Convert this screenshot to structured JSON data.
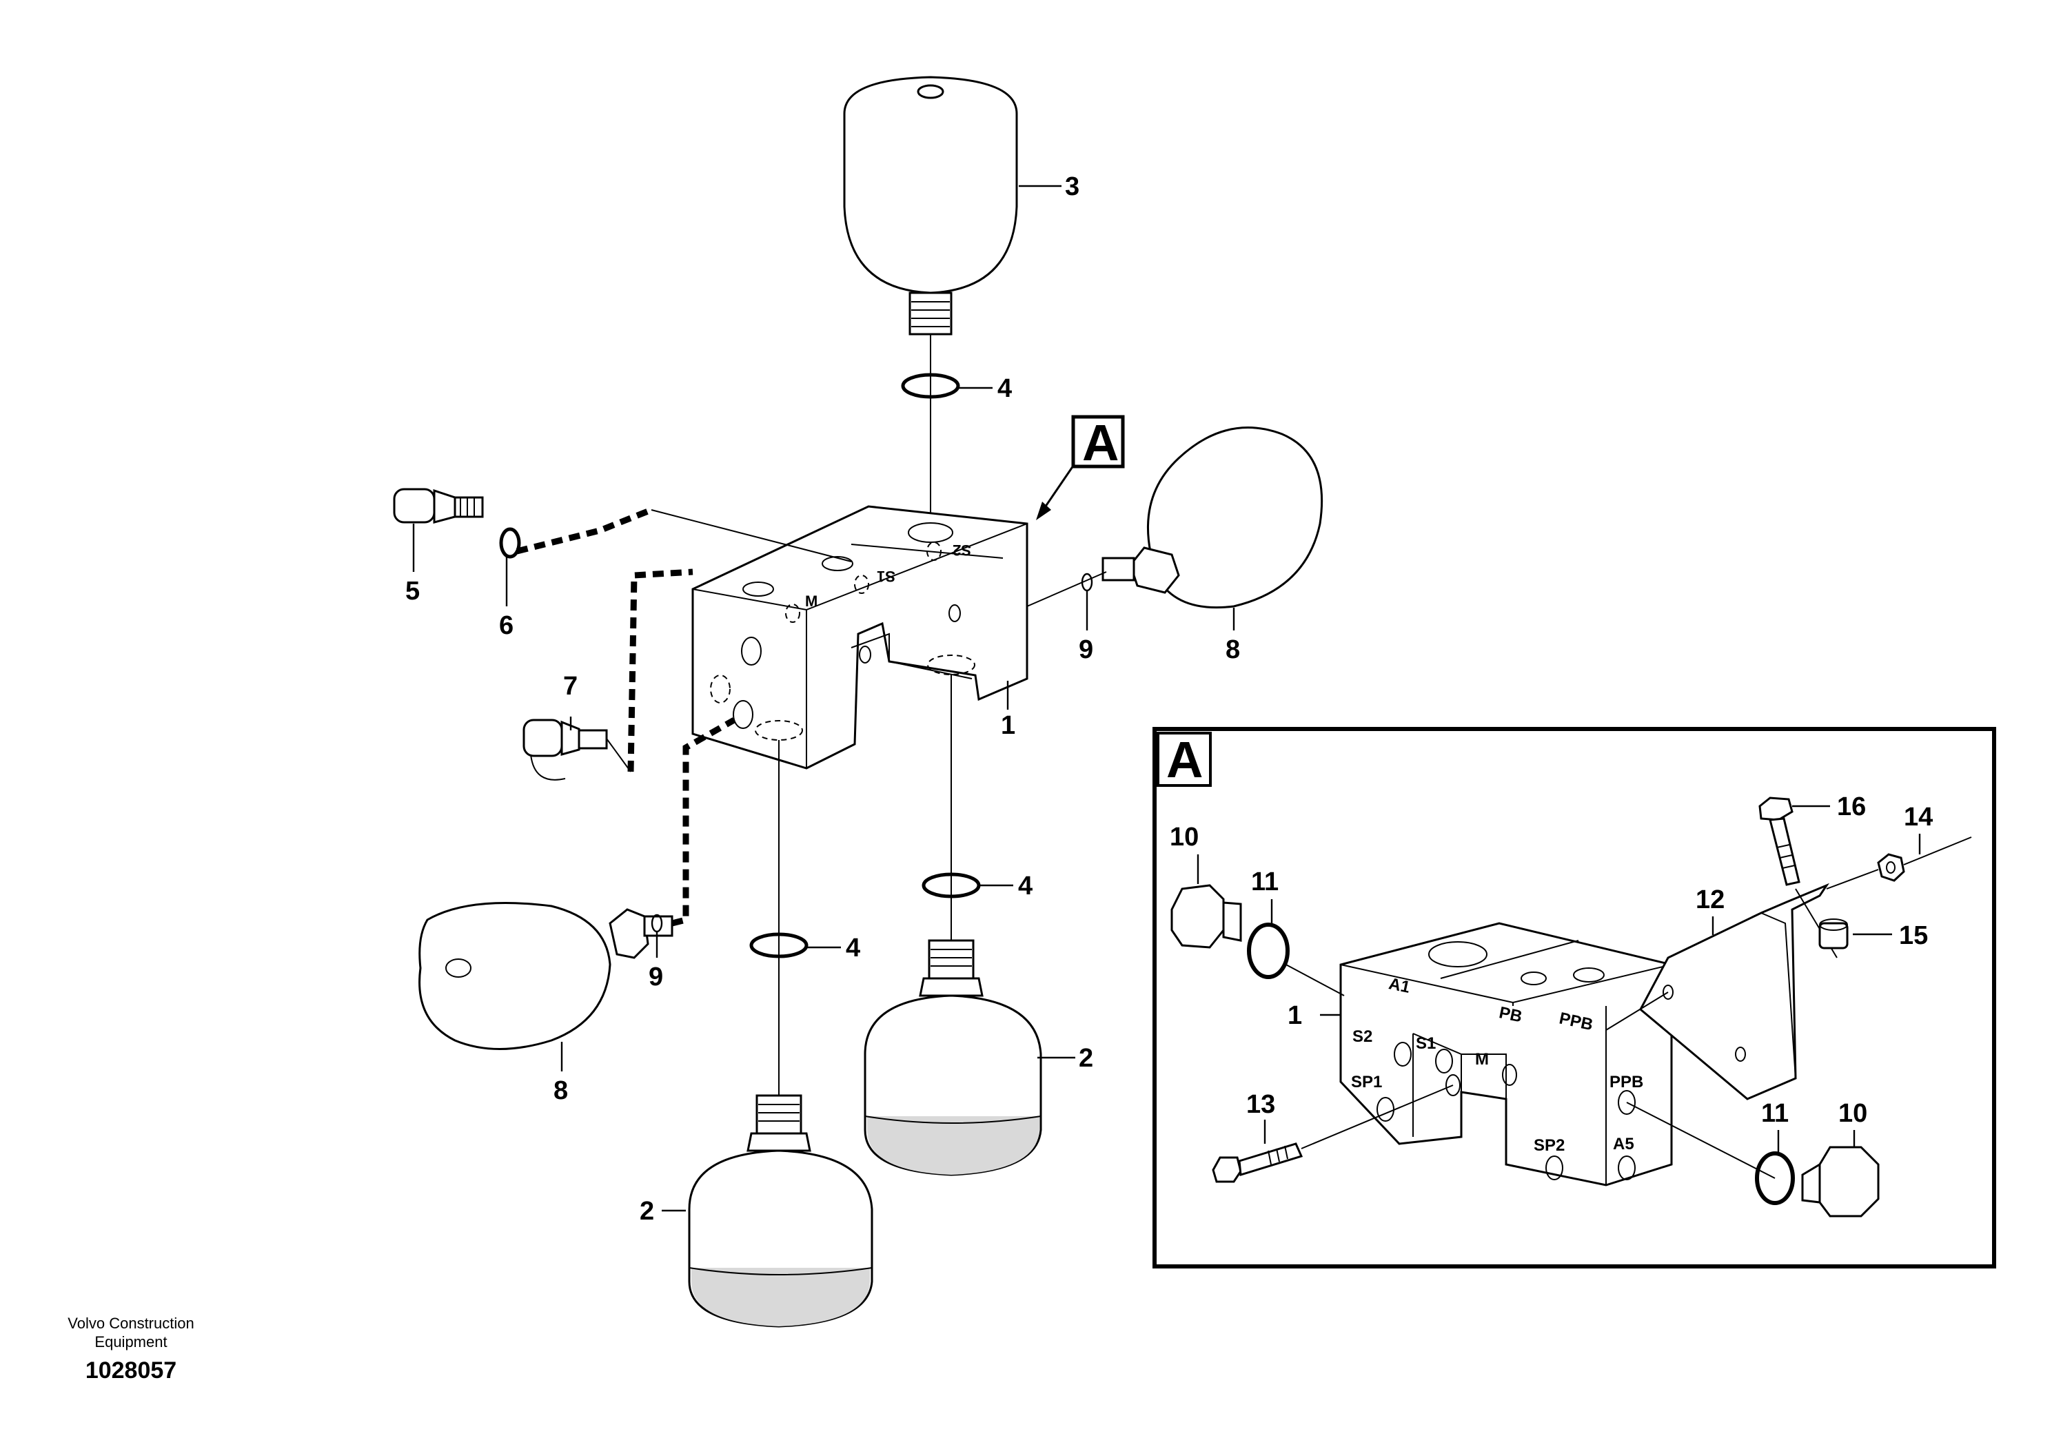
{
  "callouts": {
    "c1": "1",
    "c2a": "2",
    "c2b": "2",
    "c3": "3",
    "c4a": "4",
    "c4b": "4",
    "c4c": "4",
    "c5": "5",
    "c6": "6",
    "c7": "7",
    "c8a": "8",
    "c8b": "8",
    "c9a": "9",
    "c9b": "9"
  },
  "view_marker": "A",
  "ports_main": {
    "m": "M",
    "s1": "S1",
    "s2": "S2"
  },
  "detail": {
    "label": "A",
    "callouts": {
      "c1": "1",
      "c10a": "10",
      "c10b": "10",
      "c11a": "11",
      "c11b": "11",
      "c12": "12",
      "c13": "13",
      "c14": "14",
      "c15": "15",
      "c16": "16"
    },
    "ports": {
      "a1": "A1",
      "s2": "S2",
      "s1": "S1",
      "pb": "PB",
      "ppb_top": "PPB",
      "m": "M",
      "sp1": "SP1",
      "ppb_side": "PPB",
      "sp2": "SP2",
      "a5": "A5"
    }
  },
  "footer": {
    "company_line1": "Volvo Construction",
    "company_line2": "Equipment",
    "drawing_number": "1028057"
  }
}
